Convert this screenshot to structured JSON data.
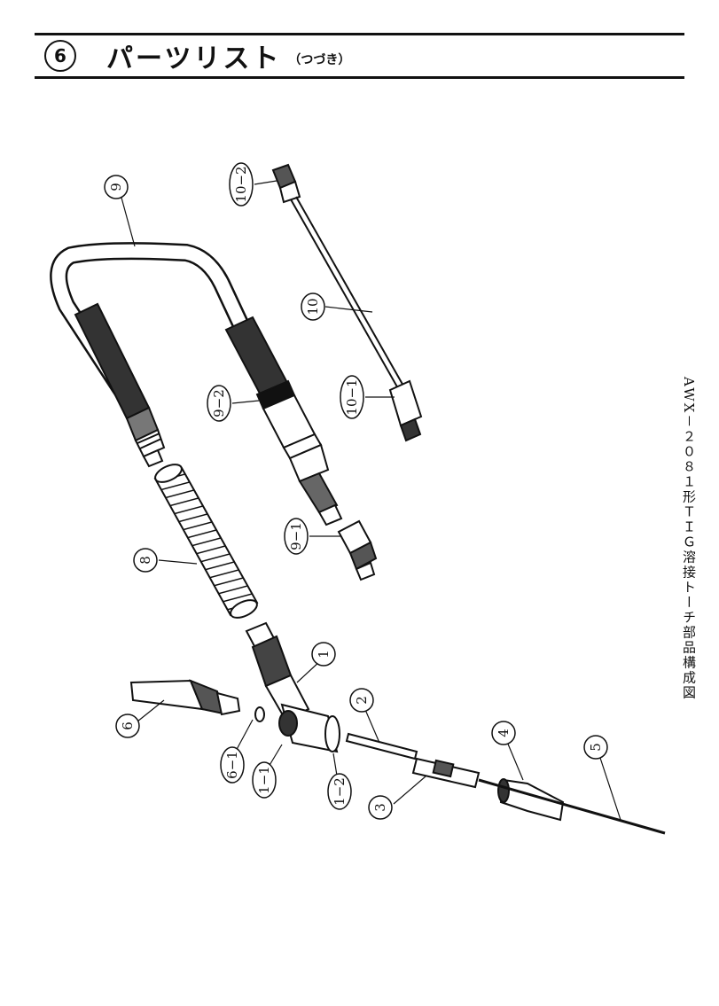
{
  "header": {
    "section_number": "⑥",
    "title": "パーツリスト",
    "subtitle": "（つづき）"
  },
  "side_caption": "AWX－２０８１形ＴＩＧ溶接トーチ部品構成図",
  "callouts": [
    {
      "id": "c-9",
      "label": "9"
    },
    {
      "id": "c-10-2",
      "label": "10−2"
    },
    {
      "id": "c-10",
      "label": "10"
    },
    {
      "id": "c-10-1",
      "label": "10−1"
    },
    {
      "id": "c-9-2",
      "label": "9−2"
    },
    {
      "id": "c-9-1",
      "label": "9−1"
    },
    {
      "id": "c-8",
      "label": "8"
    },
    {
      "id": "c-1",
      "label": "1"
    },
    {
      "id": "c-2",
      "label": "2"
    },
    {
      "id": "c-6",
      "label": "6"
    },
    {
      "id": "c-6-1",
      "label": "6−1"
    },
    {
      "id": "c-1-1",
      "label": "1−1"
    },
    {
      "id": "c-1-2",
      "label": "1−2"
    },
    {
      "id": "c-3",
      "label": "3"
    },
    {
      "id": "c-4",
      "label": "4"
    },
    {
      "id": "c-5",
      "label": "5"
    }
  ]
}
